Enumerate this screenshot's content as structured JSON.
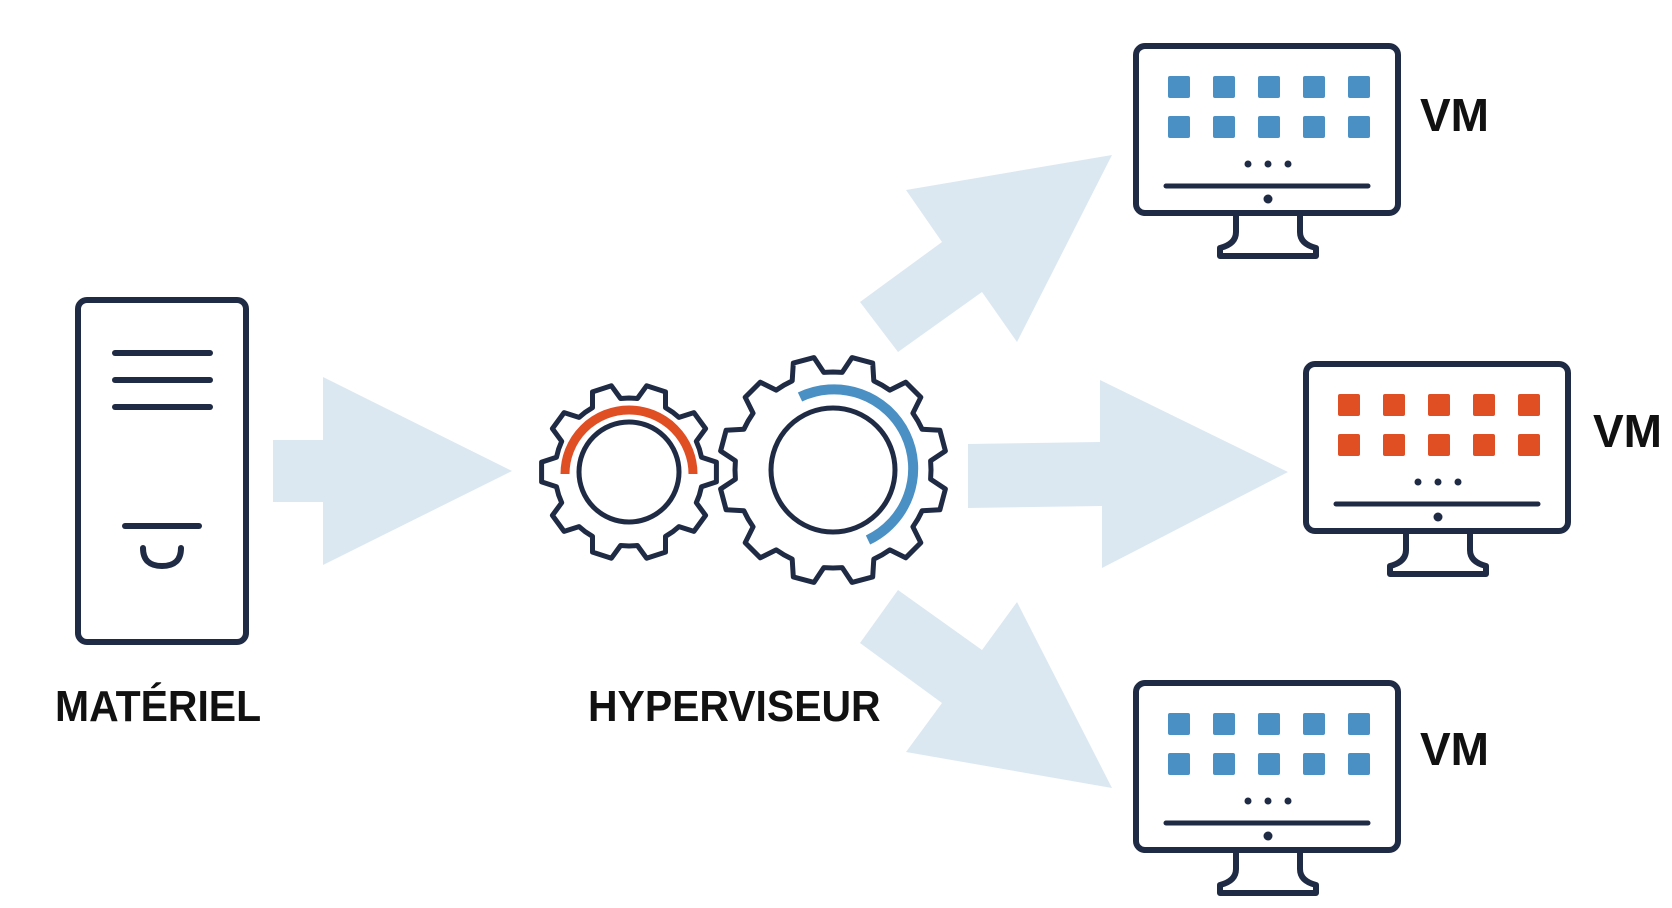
{
  "colors": {
    "outline": "#1f2a44",
    "arrow": "#dbe8f2",
    "accent_blue": "#4a90c4",
    "accent_orange": "#e04e24",
    "text": "#111111"
  },
  "labels": {
    "hardware": "MATÉRIEL",
    "hypervisor": "HYPERVISEUR",
    "vm_top": "VM",
    "vm_mid": "VM",
    "vm_bottom": "VM"
  },
  "icons": {
    "hardware": "server-tower-icon",
    "hypervisor": "gears-icon",
    "vm": "monitor-icon"
  },
  "vm_screens": [
    {
      "tile_color": "accent_blue"
    },
    {
      "tile_color": "accent_orange"
    },
    {
      "tile_color": "accent_blue"
    }
  ]
}
